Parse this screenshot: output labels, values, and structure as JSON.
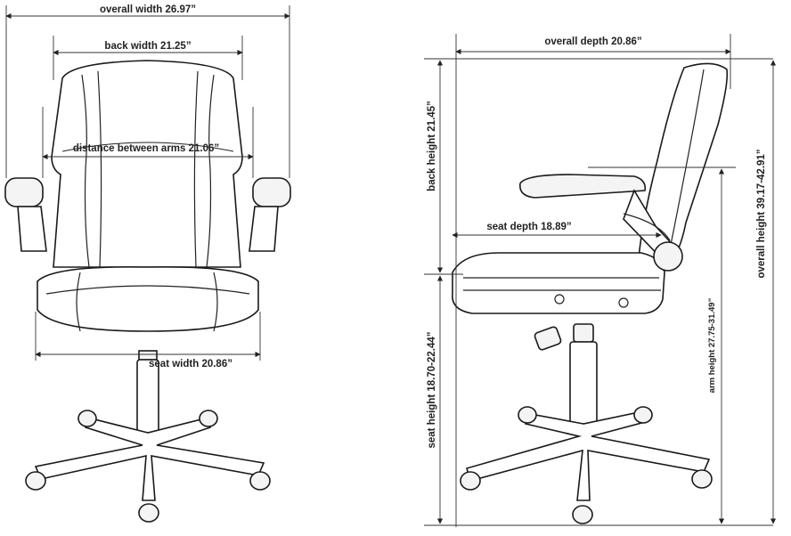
{
  "front_view": {
    "overall_width": "overall width 26.97”",
    "back_width": "back width 21.25”",
    "distance_between_arms": "distance between arms 21.06”",
    "seat_width": "seat width 20.86”"
  },
  "side_view": {
    "overall_depth": "overall depth 20.86”",
    "back_height": "back height 21.45”",
    "seat_depth": "seat depth 18.89”",
    "seat_height": "seat height 18.70-22.44”",
    "arm_height": "arm height 27.75-31.49”",
    "overall_height": "overall height 39.17-42.91”"
  },
  "colors": {
    "line": "#222222",
    "background": "#ffffff"
  }
}
